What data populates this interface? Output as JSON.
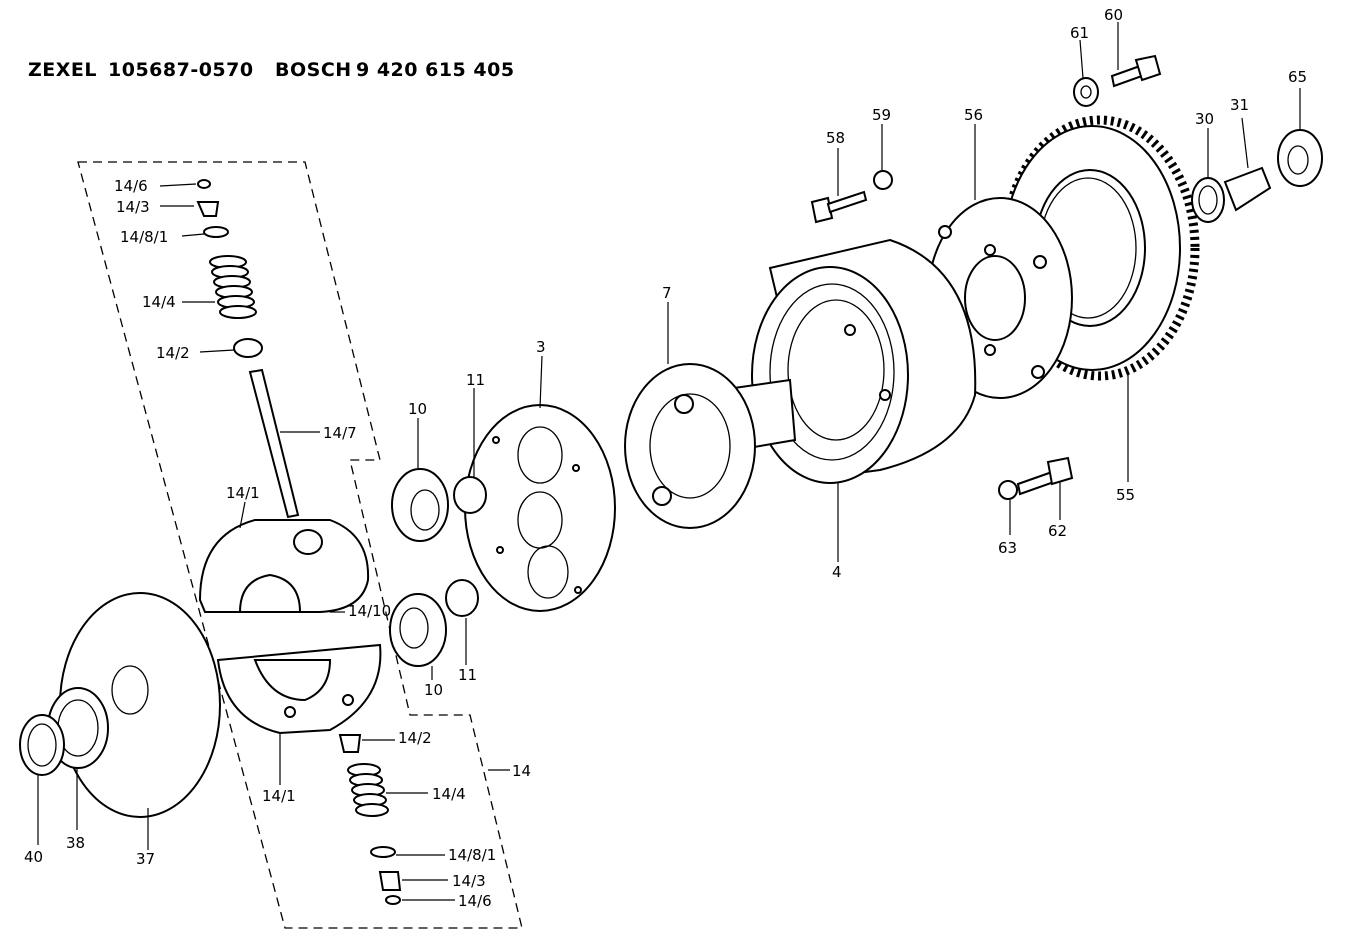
{
  "header": {
    "brand1": "ZEXEL",
    "part1": "105687-0570",
    "brand2": "BOSCH",
    "part2": "9 420 615 405"
  },
  "labels": {
    "l60": "60",
    "l61": "61",
    "l65": "65",
    "l59": "59",
    "l58": "58",
    "l56": "56",
    "l30": "30",
    "l31": "31",
    "l7": "7",
    "l3": "3",
    "l11a": "11",
    "l10a": "10",
    "l4": "4",
    "l55": "55",
    "l63": "63",
    "l62": "62",
    "l146a": "14/6",
    "l143a": "14/3",
    "l1481a": "14/8/1",
    "l144a": "14/4",
    "l142a": "14/2",
    "l147": "14/7",
    "l141a": "14/1",
    "l1410": "14/10",
    "l10b": "10",
    "l11b": "11",
    "l40": "40",
    "l38": "38",
    "l37": "37",
    "l141b": "14/1",
    "l142b": "14/2",
    "l144b": "14/4",
    "l14": "14",
    "l1481b": "14/8/1",
    "l143b": "14/3",
    "l146b": "14/6"
  }
}
